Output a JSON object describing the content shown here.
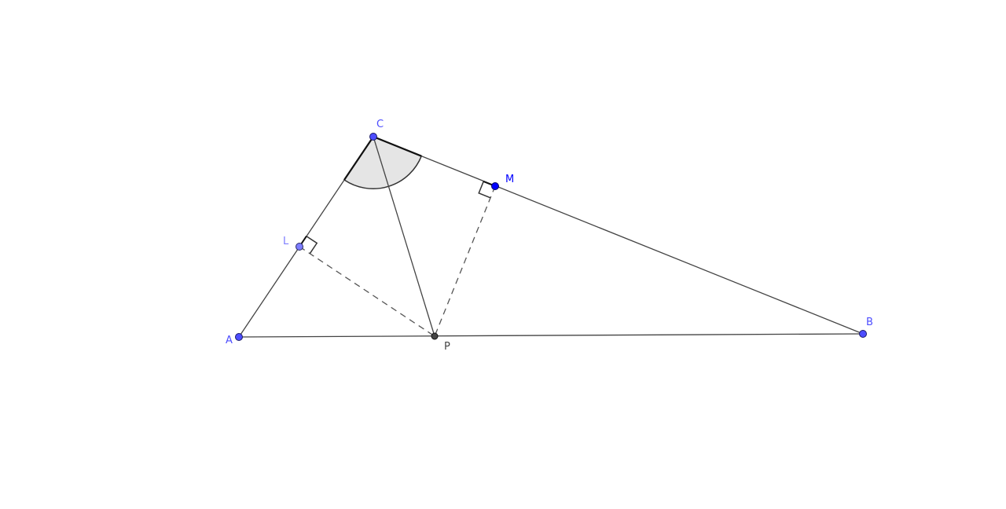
{
  "points": {
    "A": {
      "label": "A",
      "color": "#4d4dff"
    },
    "B": {
      "label": "B",
      "color": "#4d4dff"
    },
    "C": {
      "label": "C",
      "color": "#4d4dff"
    },
    "M": {
      "label": "M",
      "color": "#0000ff"
    },
    "L": {
      "label": "L",
      "color": "#7d7dff"
    },
    "P": {
      "label": "P",
      "color": "#444444"
    }
  }
}
